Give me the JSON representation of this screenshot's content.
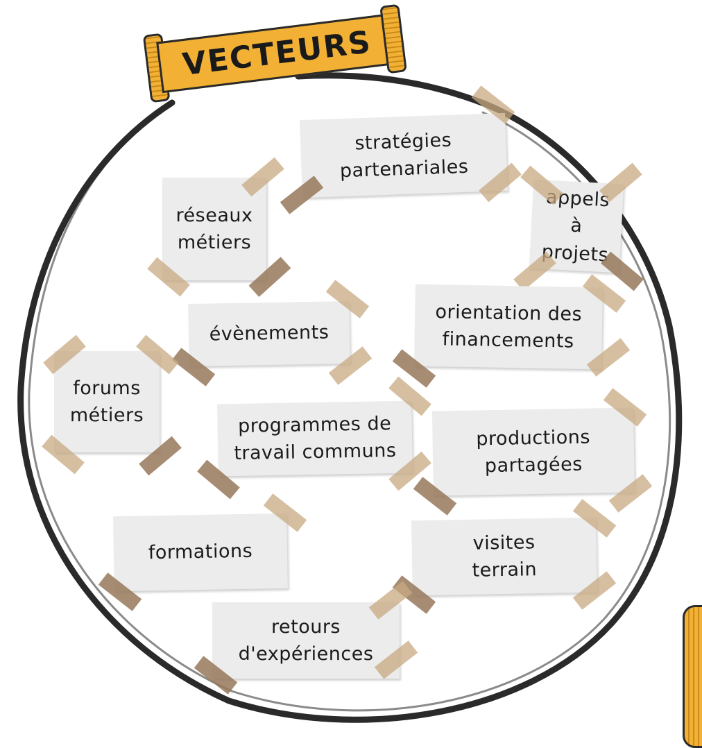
{
  "title": "VECTEURS",
  "notes": {
    "strategies": [
      "stratégies",
      "partenariales"
    ],
    "reseaux": [
      "réseaux",
      "métiers"
    ],
    "appels": [
      "appels à",
      "projets"
    ],
    "evenements": [
      "évènements"
    ],
    "orientation": [
      "orientation des",
      "financements"
    ],
    "forums": [
      "forums",
      "métiers"
    ],
    "programmes": [
      "programmes de",
      "travail communs"
    ],
    "productions": [
      "productions",
      "partagées"
    ],
    "formations": [
      "formations"
    ],
    "visites": [
      "visites",
      "terrain"
    ],
    "retours": [
      "retours",
      "d'expériences"
    ]
  },
  "colors": {
    "banner": "#f2b134",
    "note": "#ececec",
    "tape": "#c8aa82",
    "outline": "#2a2a2a"
  }
}
